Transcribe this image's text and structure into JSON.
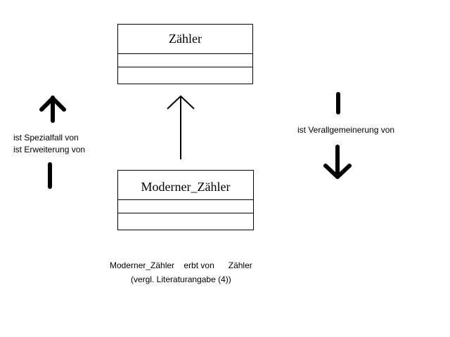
{
  "classes": {
    "top": {
      "name": "Zähler"
    },
    "bottom": {
      "name": "Moderner_Zähler"
    }
  },
  "labels": {
    "left_line1": "ist Spezialfall von",
    "left_line2": "ist Erweiterung von",
    "right": "ist Verallgemeinerung von"
  },
  "caption": {
    "line1": "Moderner_Zähler    erbt von      Zähler",
    "line2": "(vergl. Literaturangabe (4))"
  }
}
